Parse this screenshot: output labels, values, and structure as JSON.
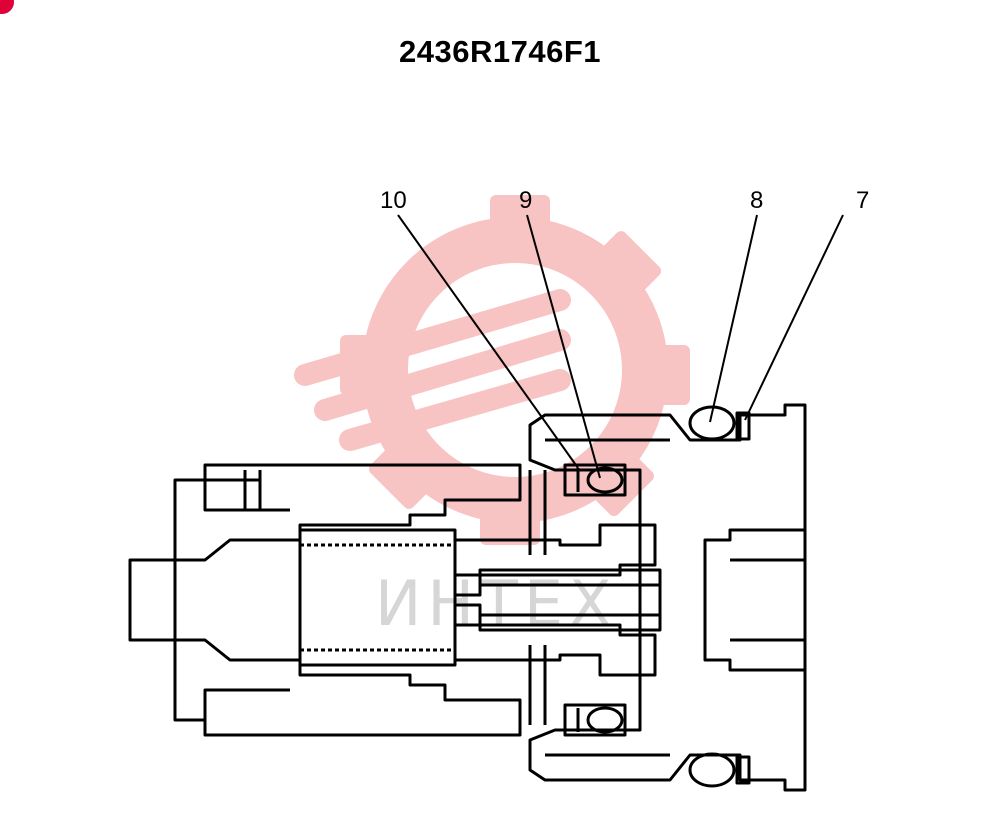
{
  "title": "2436R1746F1",
  "watermark": {
    "text": "ИНТЕХ",
    "color": "#f7b9b9",
    "text_color": "#cfcfcf"
  },
  "corner_mark_color": "#e0003a",
  "callouts": [
    {
      "id": "10",
      "label": "10"
    },
    {
      "id": "9",
      "label": "9"
    },
    {
      "id": "8",
      "label": "8"
    },
    {
      "id": "7",
      "label": "7"
    }
  ]
}
